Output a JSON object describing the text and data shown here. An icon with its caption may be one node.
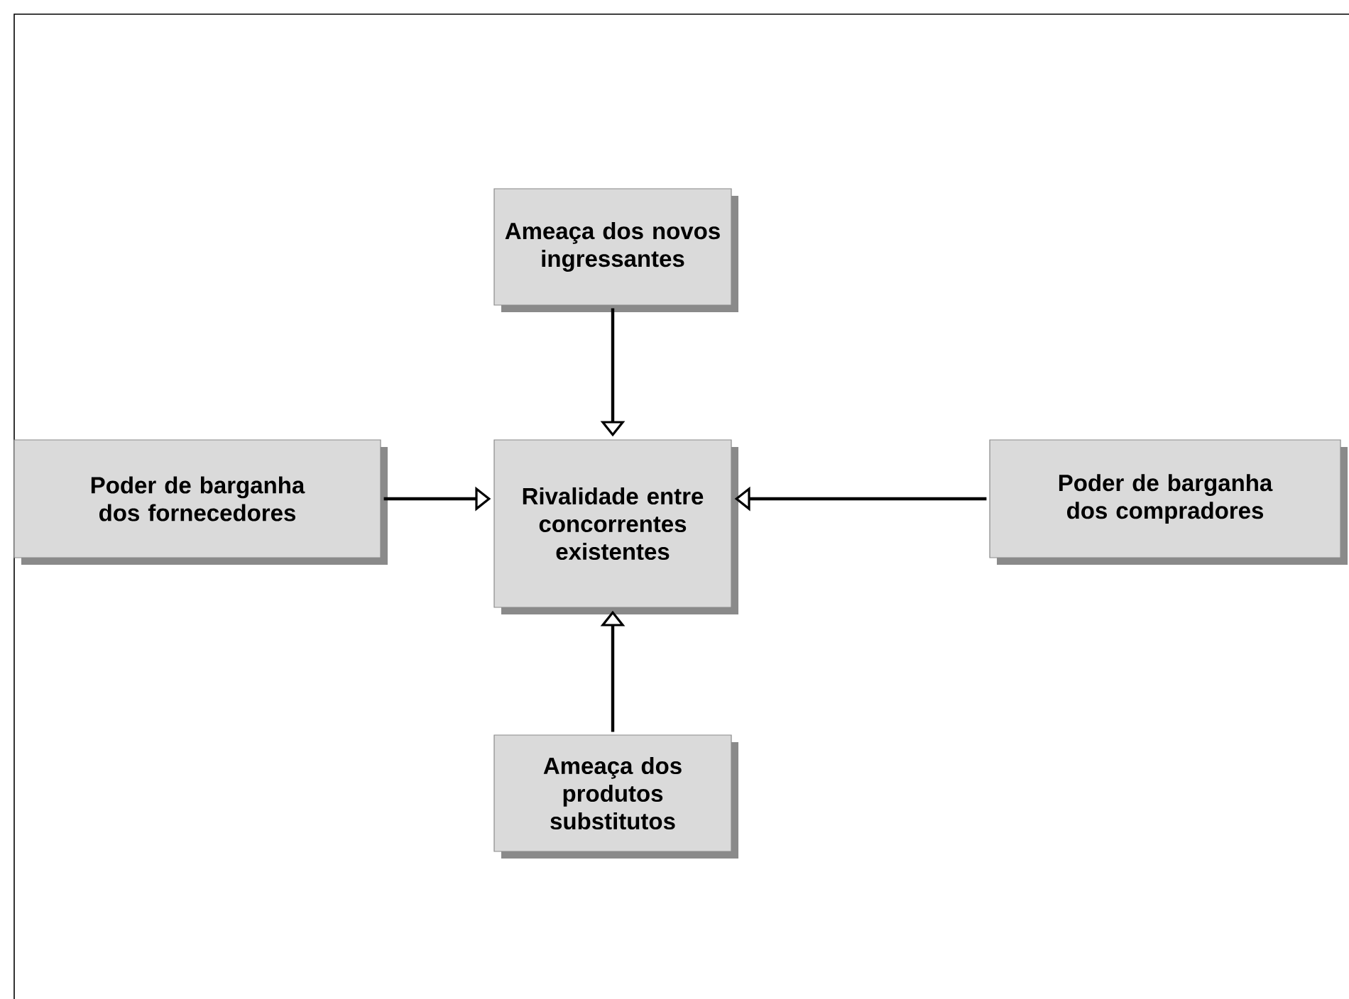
{
  "diagram": {
    "nodes": [
      {
        "text": [
          "Ameaça dos novos ingressantes"
        ]
      },
      {
        "text": [
          "Poder de barganha dos fornecedores"
        ]
      },
      {
        "text": [
          "Rivalidade entre concorrentes existentes"
        ]
      },
      {
        "text": [
          "Poder de barganha dos compradores"
        ]
      },
      {
        "text": [
          "Ameaça dos produtos substitutos"
        ]
      }
    ],
    "edges": [
      {
        "from": 0,
        "to": 2,
        "arrow": "to"
      },
      {
        "from": 1,
        "to": 2,
        "arrow": "to"
      },
      {
        "from": 3,
        "to": 2,
        "arrow": "to"
      },
      {
        "from": 4,
        "to": 2,
        "arrow": "to"
      }
    ]
  }
}
